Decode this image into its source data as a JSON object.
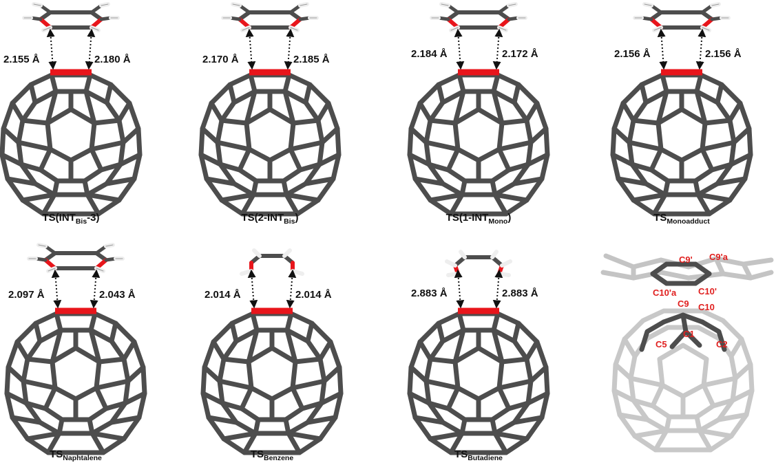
{
  "panels": [
    {
      "caption_pre": "TS(INT",
      "caption_sub": "Bis",
      "caption_post": "-3)",
      "d_left": "2.155 Å",
      "d_right": "2.180 Å",
      "adduct": "naphthalene"
    },
    {
      "caption_pre": "TS(2-INT",
      "caption_sub": "Bis",
      "caption_post": ")",
      "d_left": "2.170 Å",
      "d_right": "2.185 Å",
      "adduct": "naphthalene"
    },
    {
      "caption_pre": "TS(1-INT",
      "caption_sub": "Mono",
      "caption_post": ")",
      "d_left": "2.184 Å",
      "d_right": "2.172 Å",
      "adduct": "naphthalene"
    },
    {
      "caption_pre": "TS",
      "caption_sub": "Monoadduct",
      "caption_post": "",
      "d_left": "2.156 Å",
      "d_right": "2.156 Å",
      "adduct": "naphthalene"
    },
    {
      "caption_pre": "TS",
      "caption_sub": "Naphtalene",
      "caption_post": "",
      "d_left": "2.097 Å",
      "d_right": "2.043 Å",
      "adduct": "naphthalene"
    },
    {
      "caption_pre": "TS",
      "caption_sub": "Benzene",
      "caption_post": "",
      "d_left": "2.014 Å",
      "d_right": "2.014 Å",
      "adduct": "benzene"
    },
    {
      "caption_pre": "TS",
      "caption_sub": "Butadiene",
      "caption_post": "",
      "d_left": "2.883 Å",
      "d_right": "2.883 Å",
      "adduct": "butadiene"
    }
  ],
  "atom_labels": {
    "c9p": "C9'",
    "c9pa": "C9'a",
    "c10pa": "C10'a",
    "c10p": "C10'",
    "c9": "C9",
    "c10": "C10",
    "c1": "C1",
    "c5": "C5",
    "c2": "C2"
  },
  "colors": {
    "carbon": "#4d4d4d",
    "reactive_bond": "#e8151b",
    "hydrogen": "#f2f2f2",
    "ghost": "#c4c4c4",
    "highlight_label": "#e0201f"
  }
}
